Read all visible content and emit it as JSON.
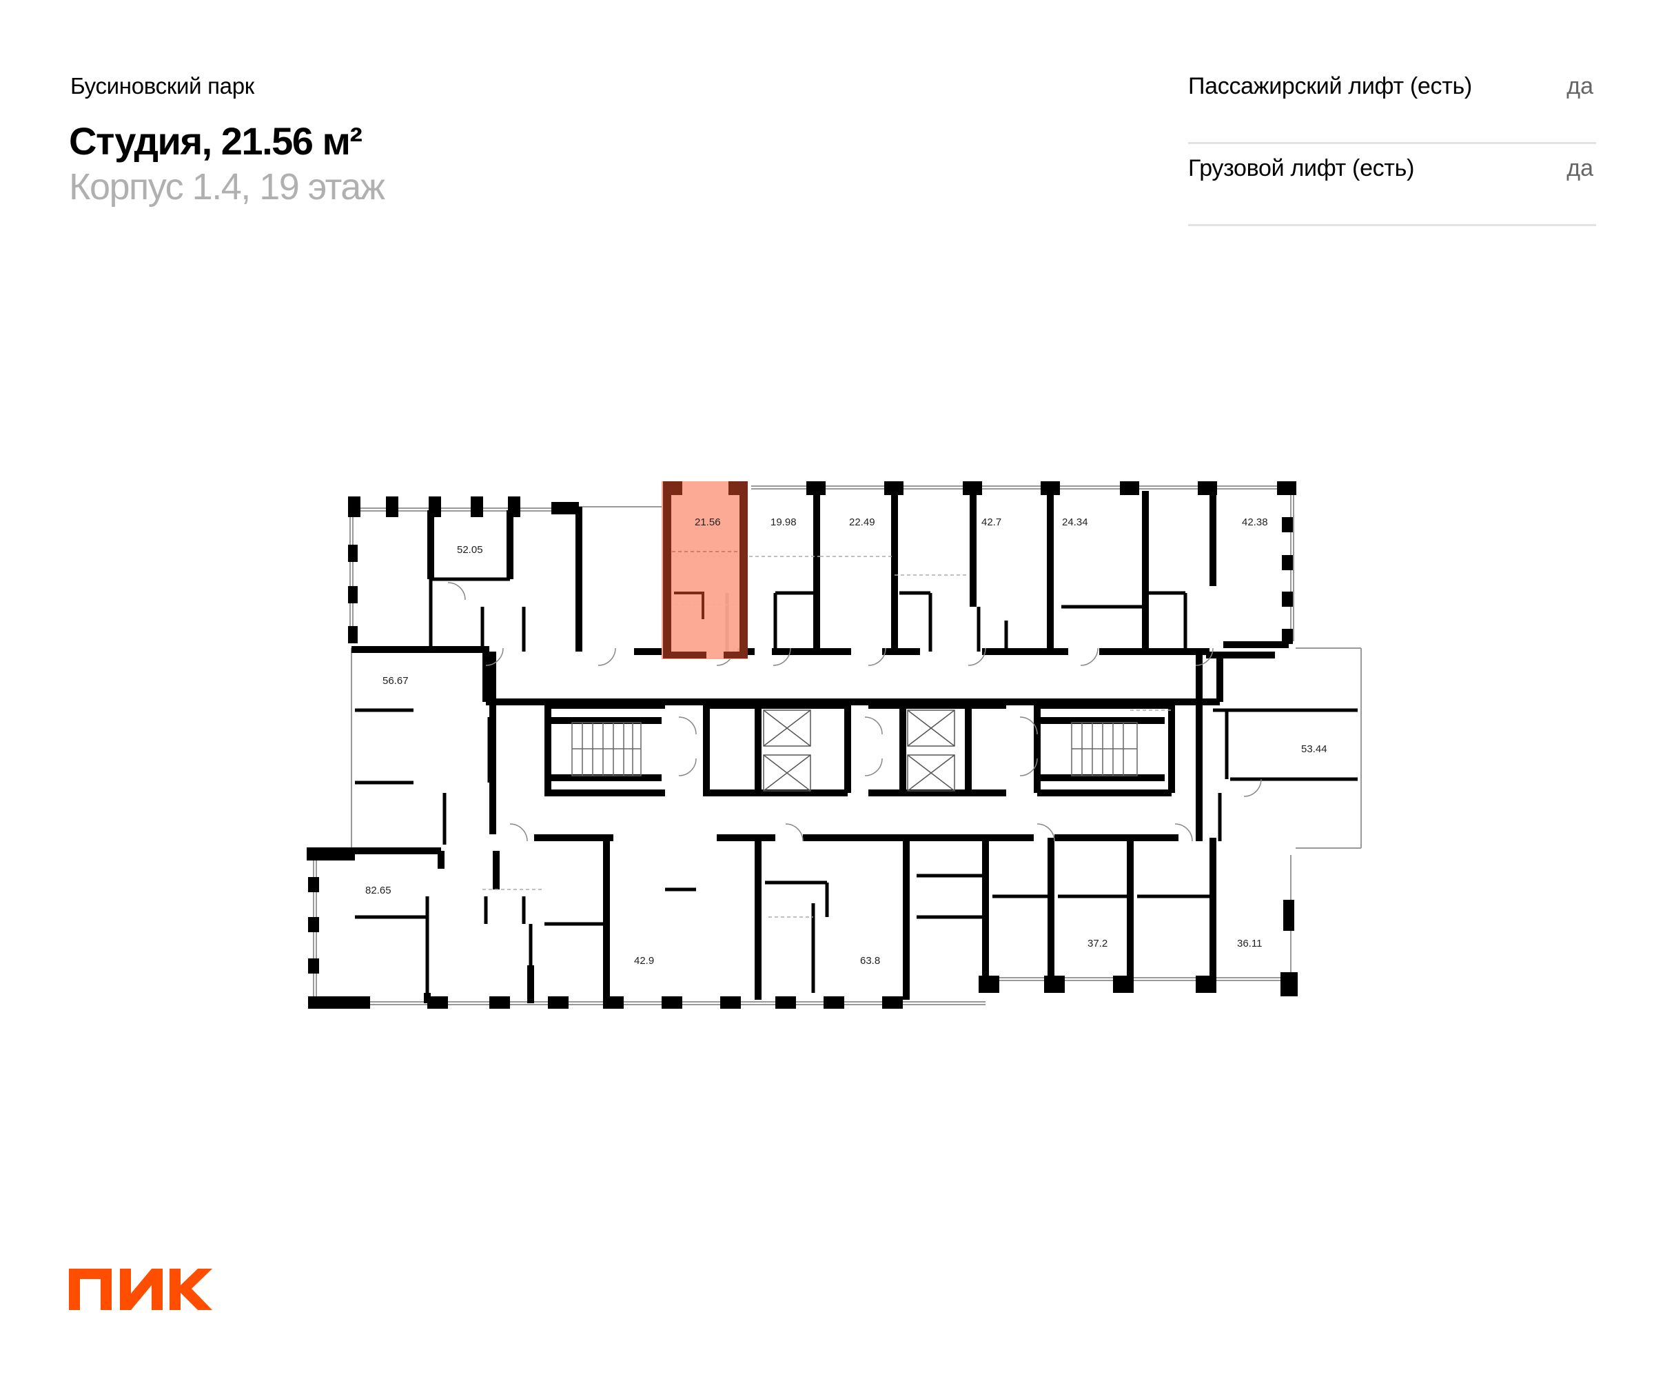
{
  "header": {
    "project": "Бусиновский парк",
    "title": "Студия, 21.56 м²",
    "subtitle": "Корпус 1.4, 19 этаж"
  },
  "properties": [
    {
      "label": "Пассажирский лифт (есть)",
      "value": "да"
    },
    {
      "label": "Грузовой лифт (есть)",
      "value": "да"
    }
  ],
  "floor_plan": {
    "selected_unit": "21.56",
    "highlight_color": "#FCA590",
    "highlight_wall_color": "#7A2A17",
    "units": {
      "u5205": "52.05",
      "u2156": "21.56",
      "u1998": "19.98",
      "u2249": "22.49",
      "u427": "42.7",
      "u2434": "24.34",
      "u4238": "42.38",
      "u5667": "56.67",
      "u5344": "53.44",
      "u8265": "82.65",
      "u429": "42.9",
      "u638": "63.8",
      "u372": "37.2",
      "u3611": "36.11"
    }
  },
  "brand": {
    "logo_text": "ПИК",
    "color": "#FF4E00"
  }
}
